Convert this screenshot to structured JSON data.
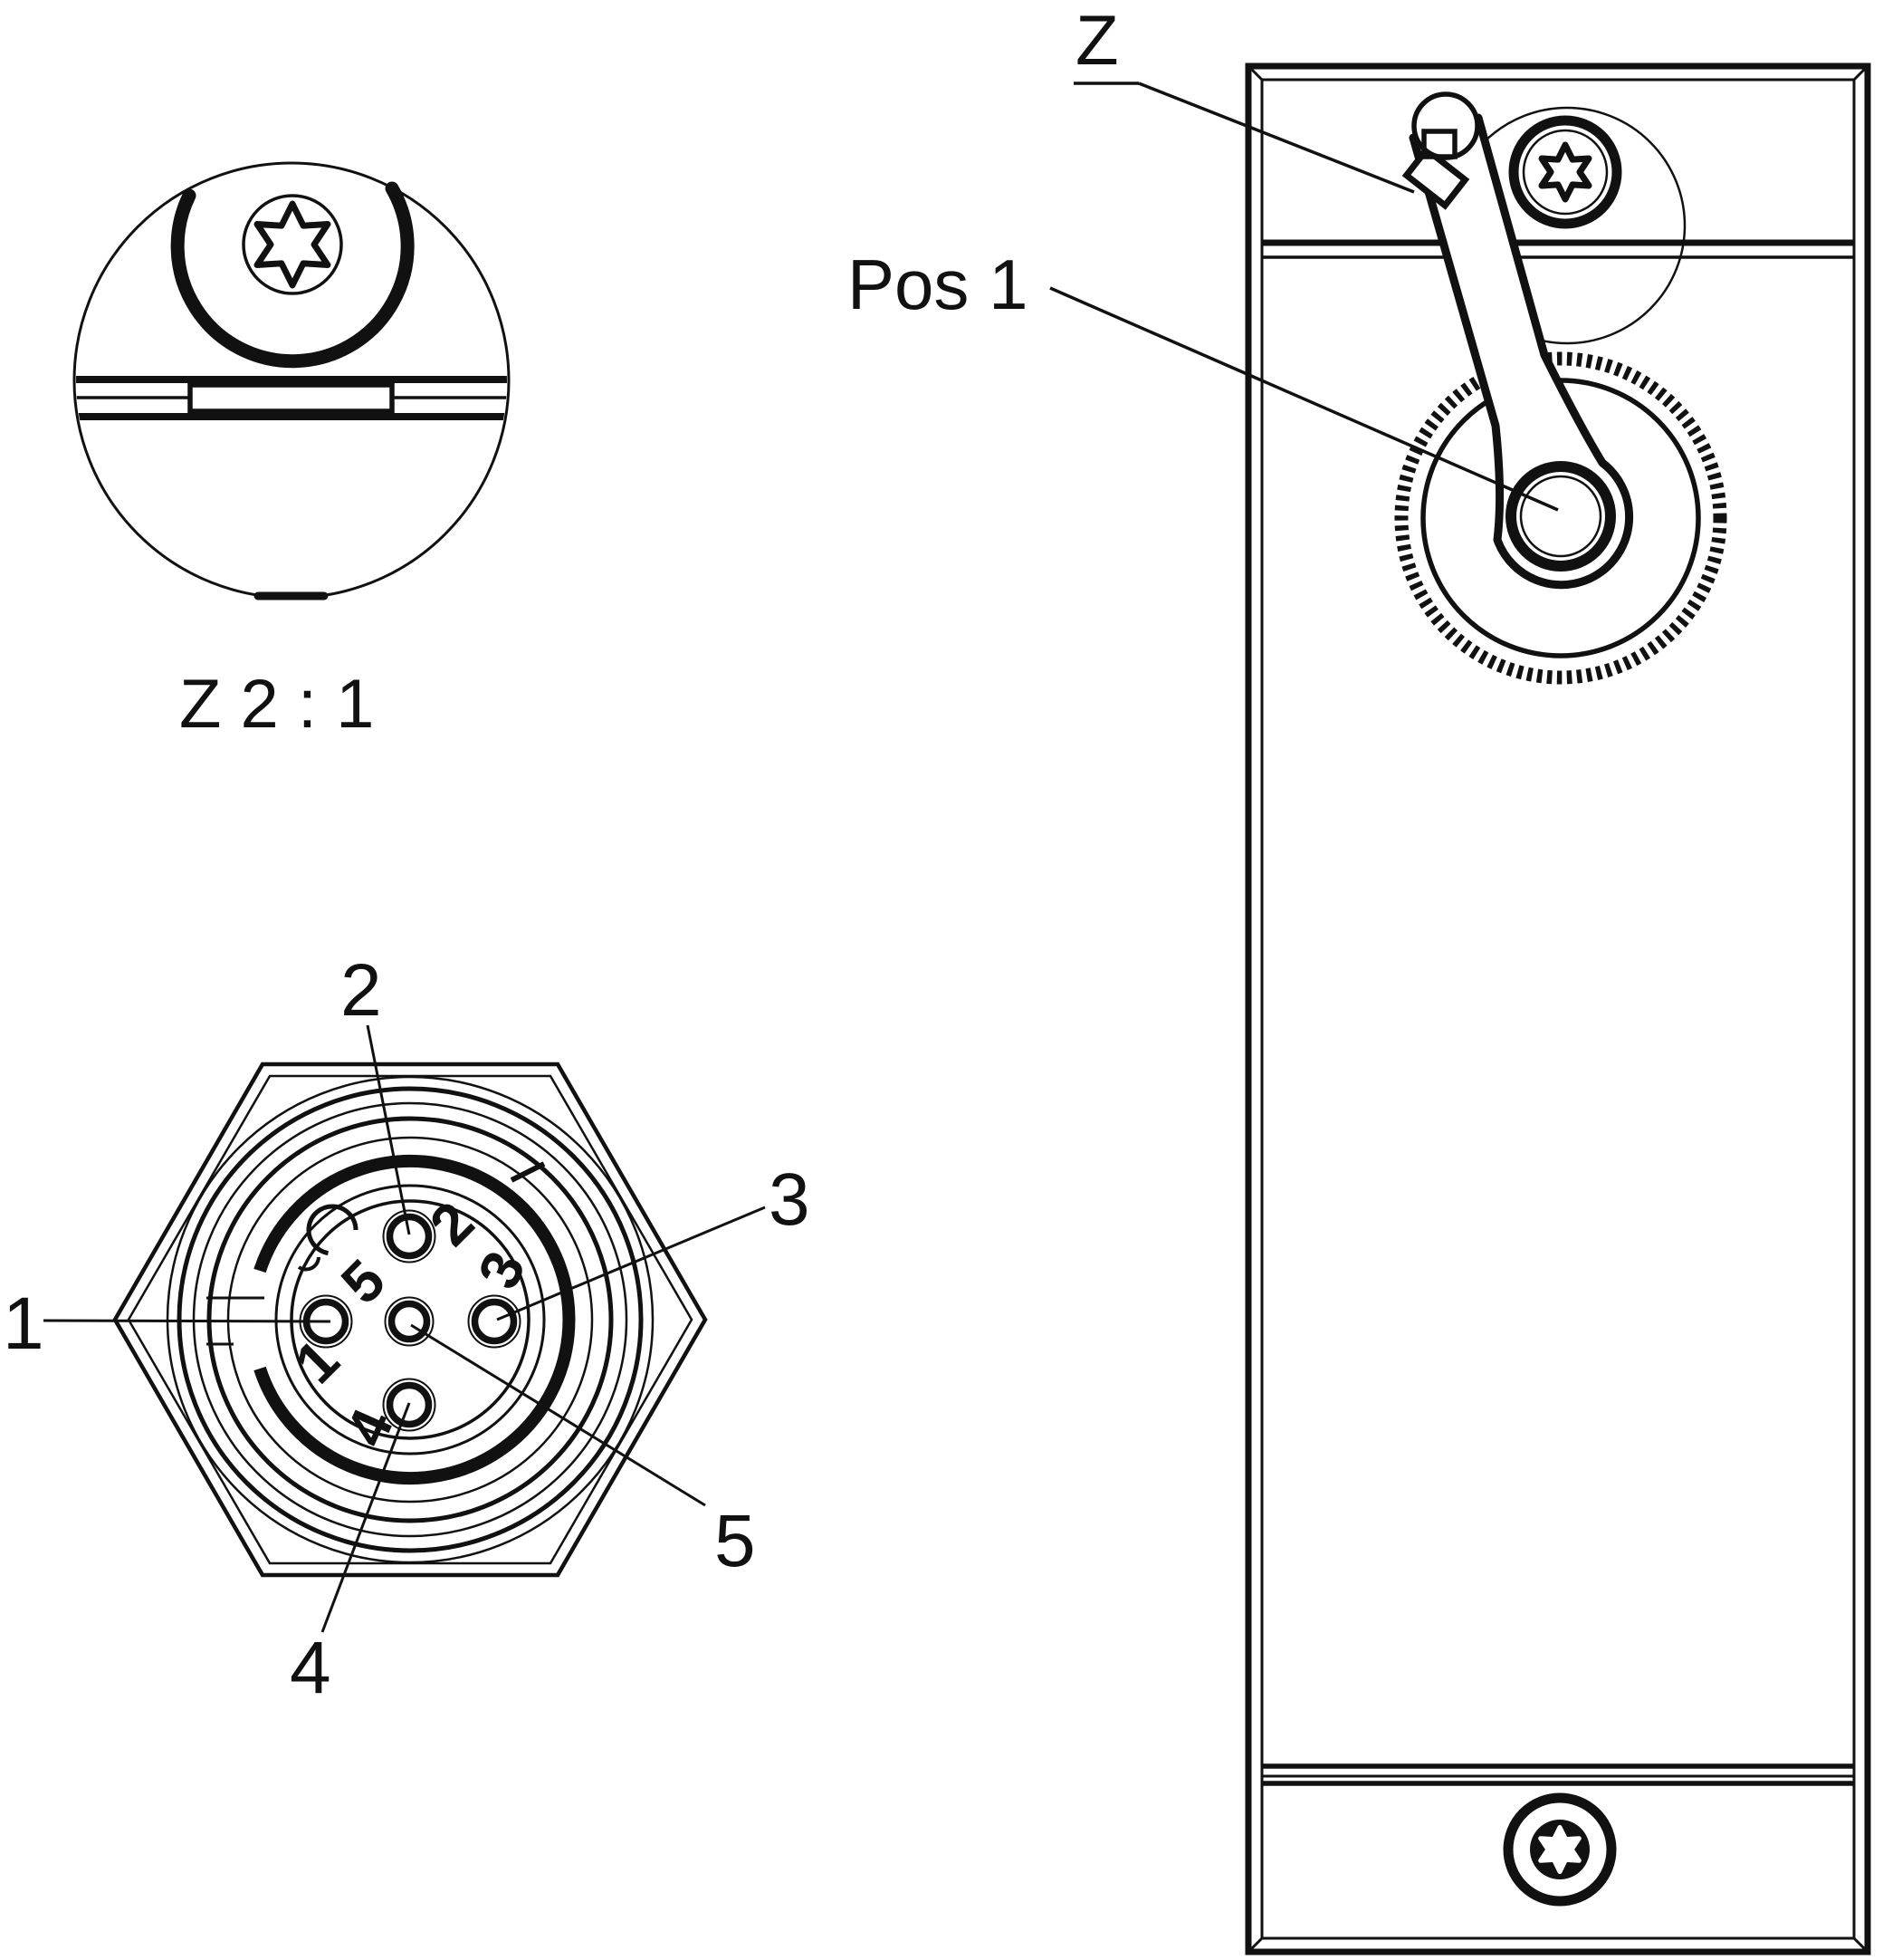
{
  "page": {
    "background": "#ffffff",
    "ink": "#111111"
  },
  "detail_view": {
    "title": "Z  2 : 1"
  },
  "side_view": {
    "detail_callout": "Z",
    "position_callout": "Pos 1"
  },
  "connector_view": {
    "pins": [
      {
        "number": "1"
      },
      {
        "number": "2"
      },
      {
        "number": "3"
      },
      {
        "number": "4"
      },
      {
        "number": "5"
      }
    ]
  }
}
